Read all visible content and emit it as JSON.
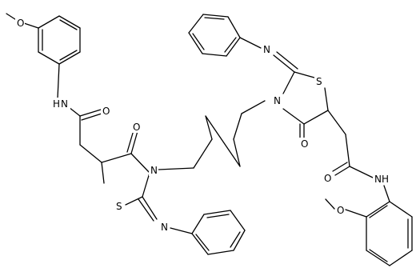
{
  "molecule": {
    "atom_labels": {
      "methoxy_o_top": "O",
      "nh_top": "N",
      "h_top": "H",
      "amide_o_top": "O",
      "ring_o_left": "O",
      "ring_n_left": "N",
      "ring_s_left": "S",
      "imine_n_left": "N",
      "imine_n_right": "N",
      "ring_s_right": "S",
      "ring_n_right": "N",
      "ring_o_right": "O",
      "amide_o_right": "O",
      "nh_right": "N",
      "h_right": "H",
      "methoxy_o_right": "O"
    }
  }
}
